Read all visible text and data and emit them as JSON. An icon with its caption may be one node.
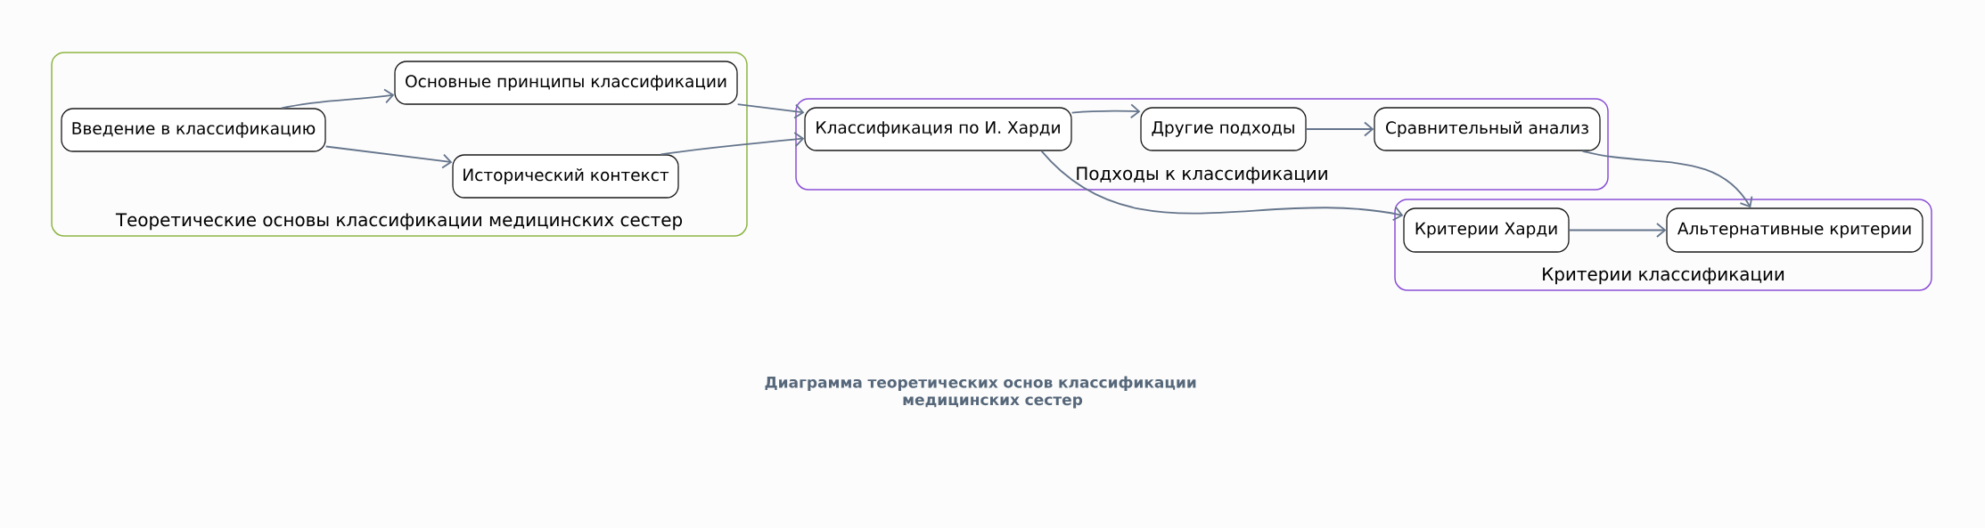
{
  "diagram": {
    "caption": "Диаграмма теоретических основ классификации медицинских сестер",
    "nodes": [
      {
        "text": [
          "Теоретические основы классификации медицинских сестер"
        ]
      },
      {
        "text": [
          "Введение в классификацию"
        ],
        "in": 0
      },
      {
        "text": [
          "Основные принципы классификации"
        ],
        "in": 0
      },
      {
        "text": [
          "Исторический контекст"
        ],
        "in": 0
      },
      {
        "text": [
          "Подходы к классификации"
        ]
      },
      {
        "text": [
          "Классификация по И. Харди"
        ],
        "in": 4
      },
      {
        "text": [
          "Другие подходы"
        ],
        "in": 4
      },
      {
        "text": [
          "Сравнительный анализ"
        ],
        "in": 4
      },
      {
        "text": [
          "Критерии классификации"
        ]
      },
      {
        "text": [
          "Критерии Харди"
        ],
        "in": 8
      },
      {
        "text": [
          "Альтернативные критерии"
        ],
        "in": 8
      }
    ],
    "edges": [
      {
        "from": 1,
        "to": 2,
        "arrow": "to"
      },
      {
        "from": 1,
        "to": 3,
        "arrow": "to"
      },
      {
        "from": 2,
        "to": 5,
        "arrow": "to"
      },
      {
        "from": 3,
        "to": 5,
        "arrow": "to"
      },
      {
        "from": 5,
        "to": 6,
        "arrow": "to"
      },
      {
        "from": 6,
        "to": 7,
        "arrow": "to"
      },
      {
        "from": 5,
        "to": 9,
        "arrow": "to"
      },
      {
        "from": 7,
        "to": 10,
        "arrow": "to"
      },
      {
        "from": 9,
        "to": 10,
        "arrow": "to"
      }
    ]
  }
}
